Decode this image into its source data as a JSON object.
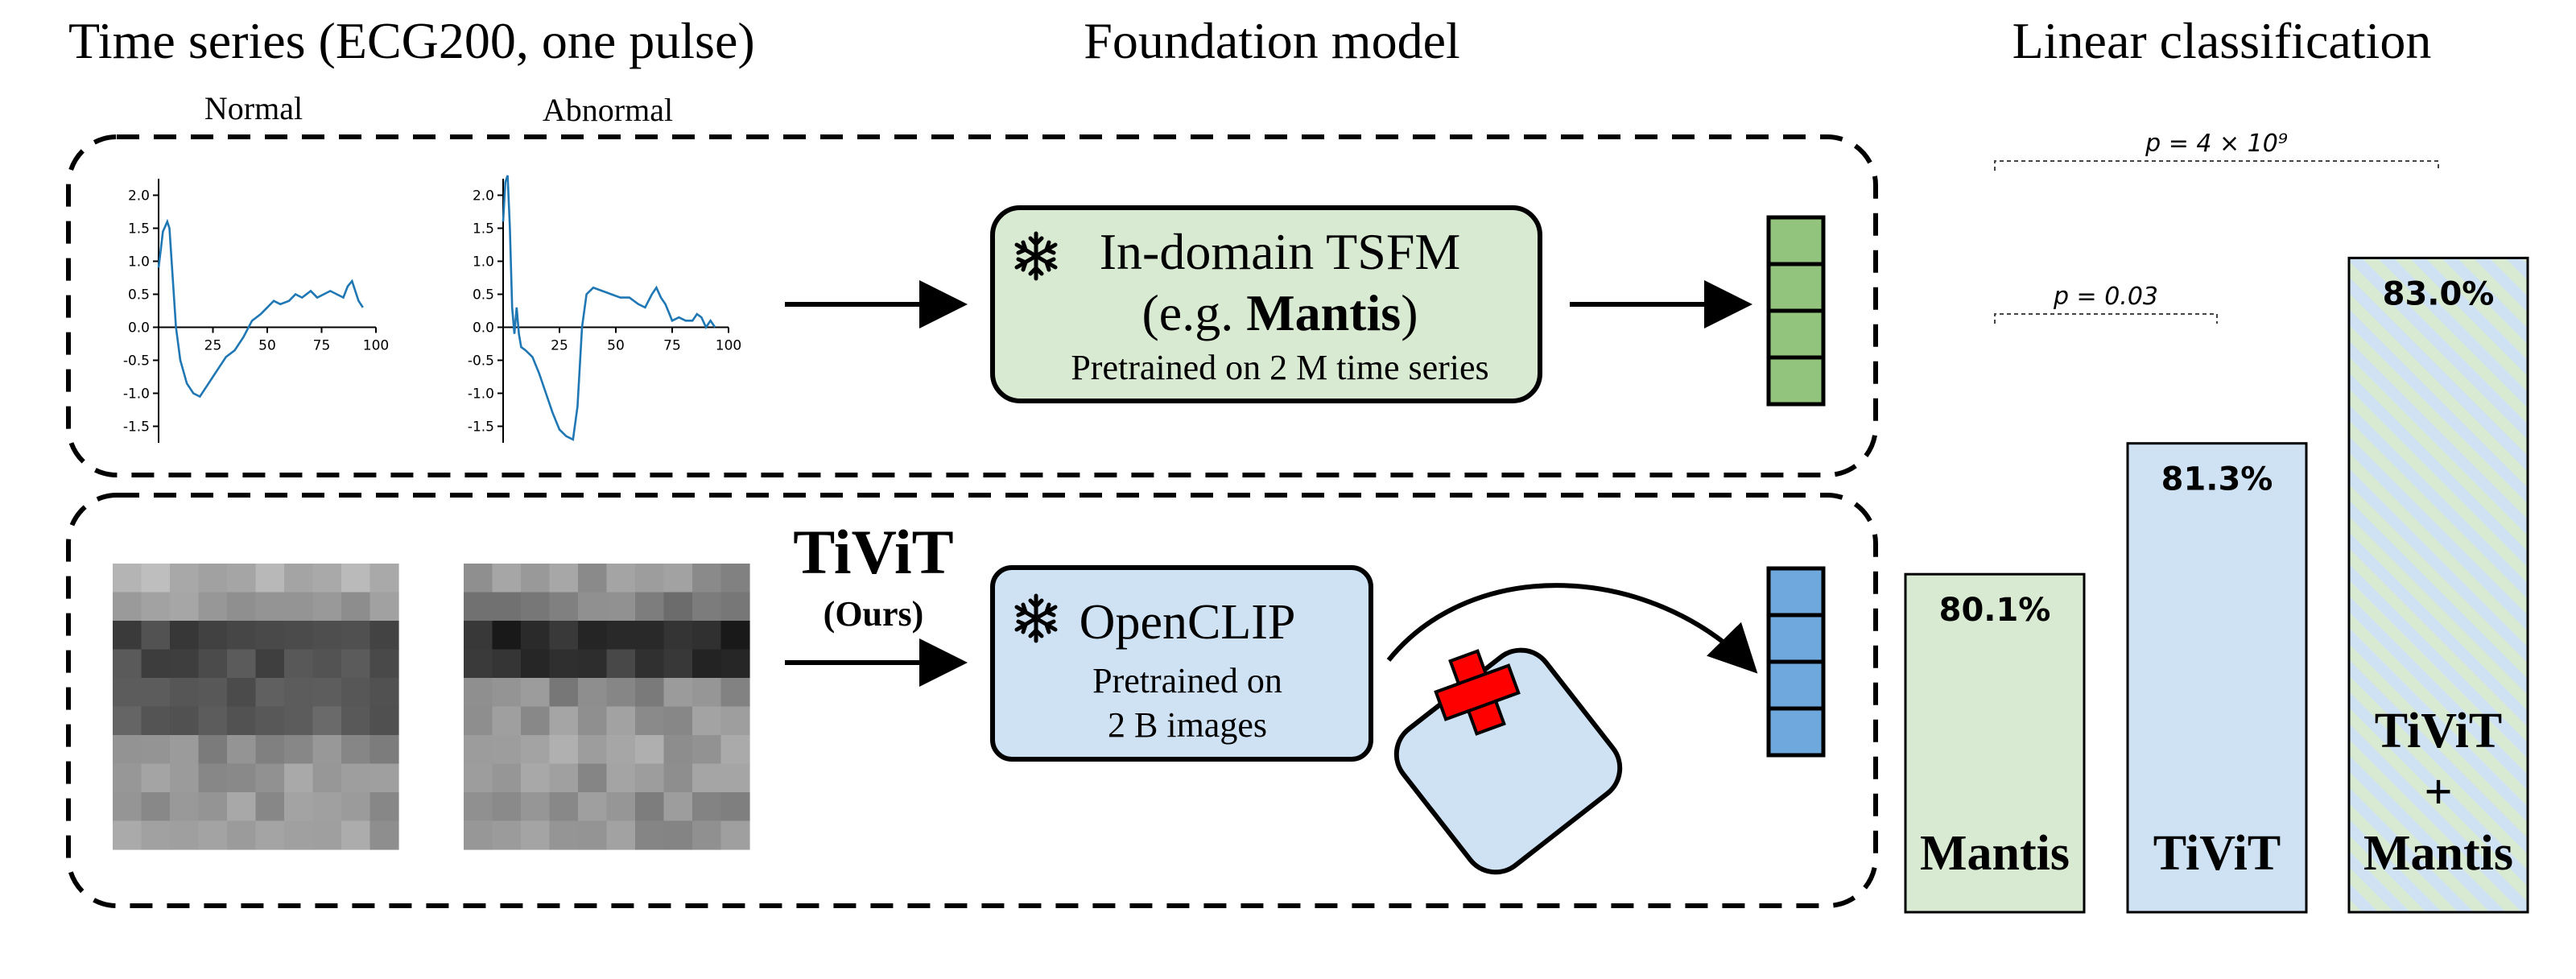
{
  "headers": {
    "time_series": "Time series (ECG200, one pulse)",
    "foundation_model": "Foundation model",
    "linear_classification": "Linear classification"
  },
  "plots": {
    "normal_label": "Normal",
    "abnormal_label": "Abnormal",
    "y_ticks": [
      "2.0",
      "1.5",
      "1.0",
      "0.5",
      "0.0",
      "-0.5",
      "-1.0",
      "-1.5"
    ],
    "x_ticks": [
      "25",
      "50",
      "75",
      "100"
    ],
    "line_color": "#1f77b4"
  },
  "top_row": {
    "model_title": "In-domain TSFM",
    "model_example_prefix": "(e.g. ",
    "model_example_bold": "Mantis",
    "model_example_suffix": ")",
    "model_subtitle": "Pretrained on 2 M time series",
    "box_color": "#d9ead3",
    "embedding_color": "#93c47d",
    "icon": "snowflake-icon"
  },
  "bottom_row": {
    "method_name": "TiViT",
    "method_tag": "(Ours)",
    "model_title": "OpenCLIP",
    "model_subtitle_line1": "Pretrained on",
    "model_subtitle_line2": "2 B images",
    "box_color": "#cfe2f3",
    "embedding_color": "#6fa8dc",
    "icon": "snowflake-icon",
    "discarded_icon": "red-cross-icon"
  },
  "chart_data": {
    "type": "bar",
    "categories": [
      "Mantis",
      "TiViT",
      "TiViT + Mantis"
    ],
    "values": [
      80.1,
      81.3,
      83.0
    ],
    "value_labels": [
      "80.1%",
      "81.3%",
      "83.0%"
    ],
    "category_label_lines": [
      [
        "Mantis"
      ],
      [
        "TiViT"
      ],
      [
        "TiViT",
        "+",
        "Mantis"
      ]
    ],
    "colors": [
      "#d9ead3",
      "#cfe2f3",
      "#cfe2f3"
    ],
    "hatch_color": "#d9ead3",
    "annotations": [
      {
        "text": "p = 0.03",
        "from": "Mantis",
        "to": "TiViT"
      },
      {
        "text": "p = 4 × 10⁹",
        "from": "Mantis",
        "to": "TiViT + Mantis"
      }
    ],
    "ylim": [
      77,
      84
    ]
  }
}
